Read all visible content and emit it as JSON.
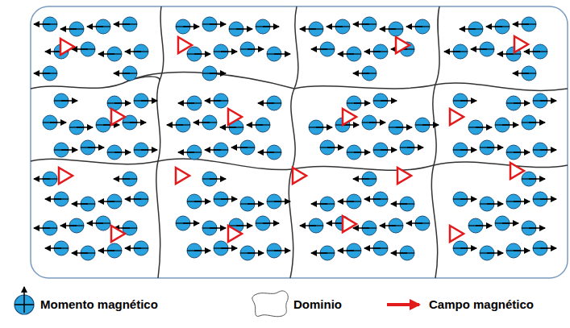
{
  "diagram": {
    "legend": [
      {
        "text": "Momento magnético"
      },
      {
        "text": "Dominio"
      },
      {
        "text": "Campo magnético"
      }
    ]
  }
}
